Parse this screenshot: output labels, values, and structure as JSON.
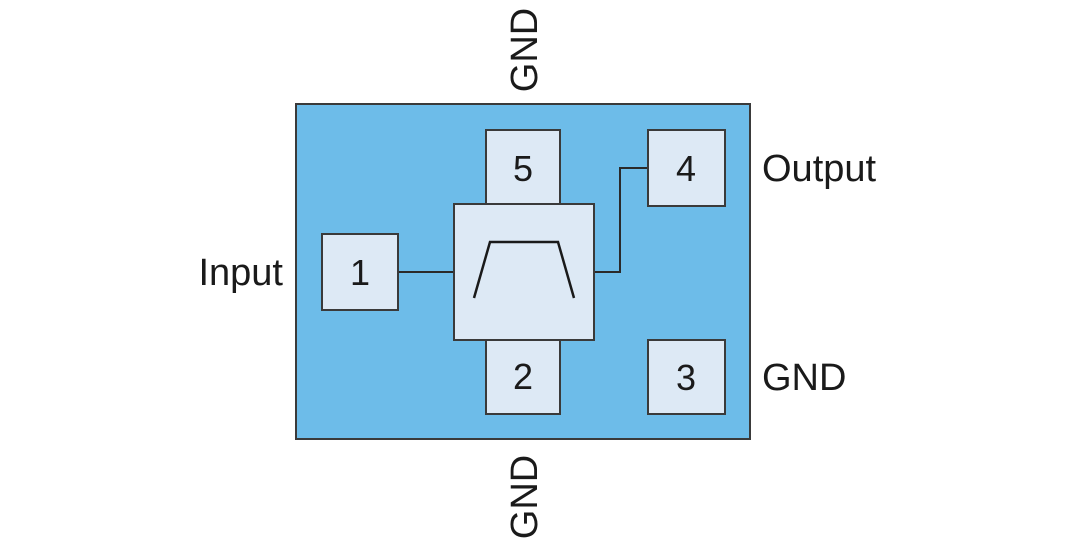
{
  "diagram": {
    "pads": [
      {
        "number": "1"
      },
      {
        "number": "2"
      },
      {
        "number": "3"
      },
      {
        "number": "4"
      },
      {
        "number": "5"
      }
    ],
    "labels": {
      "input": "Input",
      "output": "Output",
      "gnd_right": "GND",
      "gnd_top": "GND",
      "gnd_bottom": "GND"
    },
    "colors": {
      "package": "#6dbce9",
      "pad": "#dde9f5",
      "filter_body": "#dde9f5",
      "outline": "#3a3a3a"
    },
    "symbol": "bandpass-filter"
  }
}
